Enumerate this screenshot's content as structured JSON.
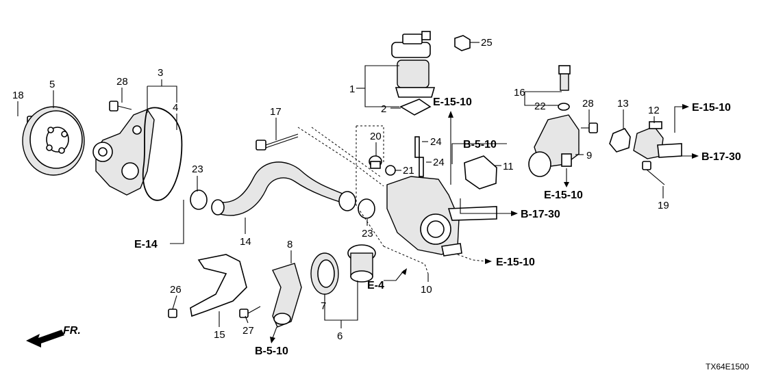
{
  "diagram_code": "TX64E1500",
  "direction_label": "FR.",
  "callouts": [
    "1",
    "2",
    "3",
    "4",
    "5",
    "6",
    "7",
    "8",
    "9",
    "10",
    "11",
    "12",
    "13",
    "14",
    "15",
    "16",
    "17",
    "18",
    "19",
    "20",
    "21",
    "22",
    "23",
    "23",
    "24",
    "24",
    "25",
    "26",
    "27",
    "28",
    "28"
  ],
  "references": [
    "E-15-10",
    "E-15-10",
    "E-15-10",
    "E-15-10",
    "B-5-10",
    "B-5-10",
    "B-17-30",
    "B-17-30",
    "E-14",
    "E-4"
  ],
  "colors": {
    "ink": "#000000",
    "background": "#ffffff"
  }
}
